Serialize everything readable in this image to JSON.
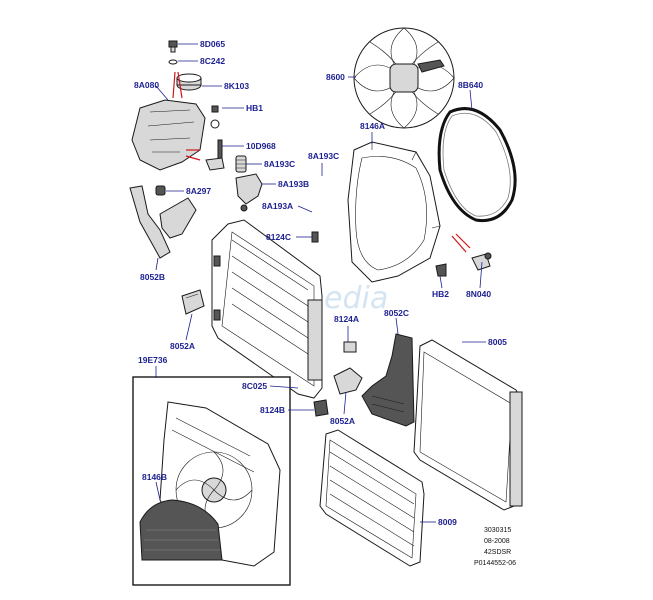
{
  "watermark": "Infomedia",
  "labels": {
    "l8D065": "8D065",
    "l8C242": "8C242",
    "l8A080": "8A080",
    "l8K103": "8K103",
    "lHB1": "HB1",
    "l10D968": "10D968",
    "l8A193C_a": "8A193C",
    "l8A193C_b": "8A193C",
    "l8A193B": "8A193B",
    "l8A193A": "8A193A",
    "l8A297": "8A297",
    "l8052B": "8052B",
    "l8600": "8600",
    "l8B640": "8B640",
    "l8146A": "8146A",
    "l8124C": "8124C",
    "lHB2": "HB2",
    "l8N040": "8N040",
    "l8052A_a": "8052A",
    "l8124A": "8124A",
    "l8052C": "8052C",
    "l8005": "8005",
    "l19E736": "19E736",
    "l8C025": "8C025",
    "l8124B": "8124B",
    "l8052A_b": "8052A",
    "l8146B": "8146B",
    "l8009": "8009"
  },
  "meta": {
    "code": "3030315",
    "date": "08-2008",
    "model": "42SDSR",
    "ref": "P0144552-06"
  },
  "colors": {
    "label": "#1c1f8f",
    "leader": "#1c1f8f",
    "red_leader": "#d01515",
    "watermark": "#c6dcef"
  }
}
